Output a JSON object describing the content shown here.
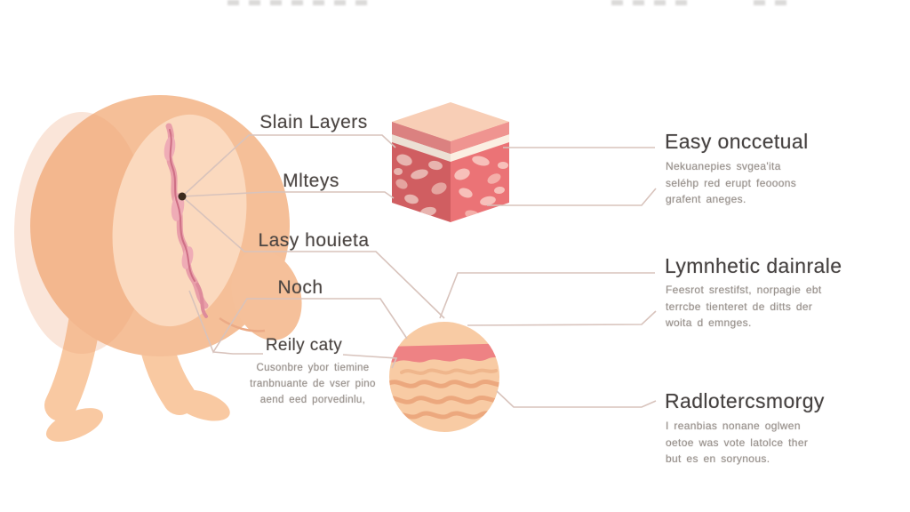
{
  "diagram_title": "",
  "labels": {
    "left": [
      {
        "text": "Slain Layers"
      },
      {
        "text": "Mlteys"
      },
      {
        "text": "Lasy houieta"
      },
      {
        "text": "Noch"
      },
      {
        "text": "Reily caty",
        "description": "Cusonbre ybor tiemine tranbnuante de vser pino aend eed porvedinlu,"
      }
    ],
    "right": [
      {
        "title": "Easy onccetual",
        "description": "Nekuanepies svgea'ita seléhp red erupt feooons grafent aneges."
      },
      {
        "title": "Lymnhetic dainrale",
        "description": "Feesrot srestifst, norpagie ebt terrcbe tienteret de ditts der woita d emnges."
      },
      {
        "title": "Radlotercsmorgy",
        "description": "I reanbias nonane oglwen oetoe was vote latolce ther but es en sorynous."
      }
    ]
  },
  "illustrations": {
    "body_figure": "bent-over lower body with varicose vein on buttock and two legs",
    "skin_cube": "isometric skin cross-section cube with epidermis and marbled dermis",
    "skin_circle": "circular close-up of skin layer with pink band and wavy wrinkles"
  },
  "colors": {
    "skin": "#F5BF98",
    "skin_light_patch": "#FBD9BE",
    "leg": "#F9C9A2",
    "vein_outer": "#E99FA9",
    "vein_inner": "#CE6F85",
    "cube_top": "#F8CEB6",
    "epidermis_pink": "#EF9490",
    "cream_layer": "#FBEFE2",
    "dermis_left": "#DE6468",
    "dermis_right": "#EB7376",
    "marble": "#F7C0BA",
    "circle_fill": "#F8CBA4",
    "circle_band": "#EE8284",
    "wrinkle": "#ECA87E",
    "callout_line": "#D8C3BC",
    "pointer_dot": "#3B2B1E",
    "heading_text": "#454140",
    "body_text": "#9A938E"
  }
}
